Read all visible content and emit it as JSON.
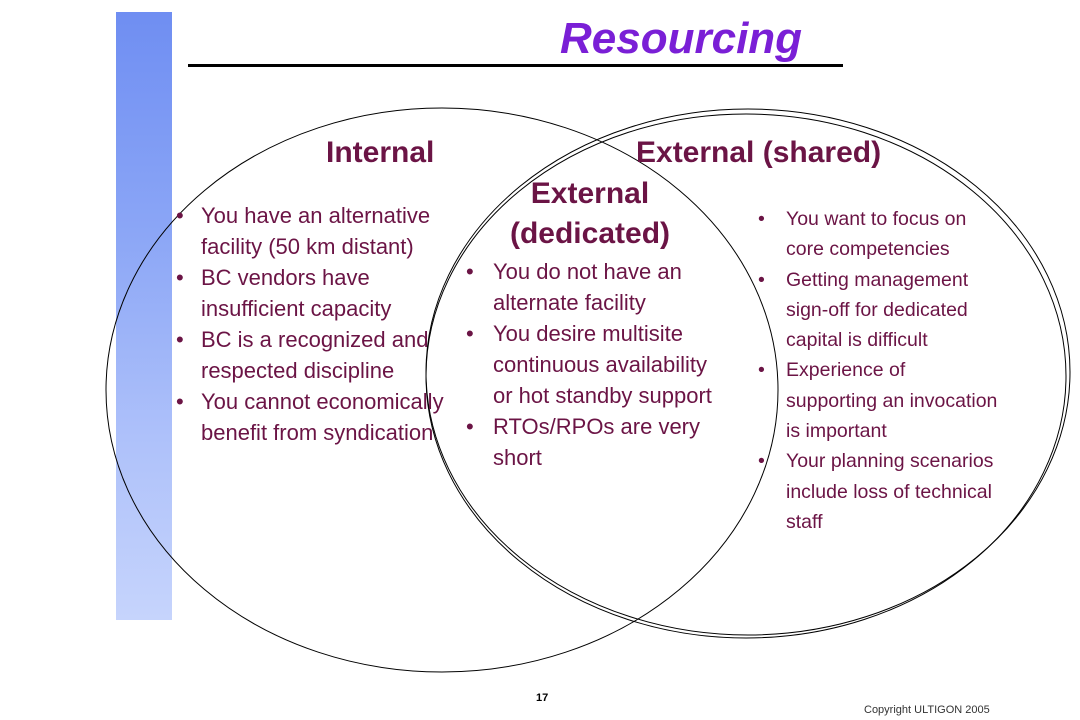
{
  "slide": {
    "title": "Resourcing",
    "page_number": "17",
    "copyright": "Copyright ULTIGON 2005"
  },
  "venn": {
    "internal": {
      "heading": "Internal",
      "items": [
        "You have an alternative facility (50 km distant)",
        "BC vendors have insufficient capacity",
        "BC is a recognized and respected discipline",
        "You cannot economically benefit from syndication"
      ]
    },
    "external_dedicated": {
      "heading": "External (dedicated)",
      "items": [
        "You do not have an alternate facility",
        "You desire multisite continuous availability or hot standby support",
        "RTOs/RPOs are very short"
      ]
    },
    "external_shared": {
      "heading": "External (shared)",
      "items": [
        "You want to focus on core competencies",
        "Getting management sign-off for dedicated capital is difficult",
        "Experience of supporting an invocation is important",
        "Your planning scenarios include loss of technical staff"
      ]
    }
  },
  "colors": {
    "title": "#7a1fd6",
    "text": "#6b1445",
    "side_bar": "#8aa5f6"
  }
}
